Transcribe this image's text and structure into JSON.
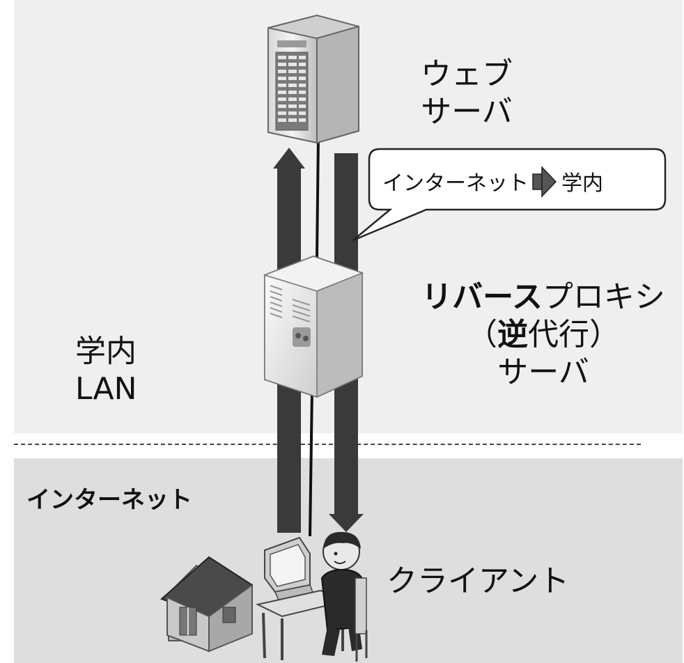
{
  "zones": {
    "campus_label_line1": "学内",
    "campus_label_line2": "LAN",
    "internet_label": "インターネット"
  },
  "web_server": {
    "label_line1": "ウェブ",
    "label_line2": "サーバ",
    "icon": "tower-server-icon"
  },
  "reverse_proxy": {
    "bold_part": "リバース",
    "normal_part": "プロキシ",
    "paren_open": "（",
    "reverse_kanji": "逆",
    "substitute": "代行",
    "paren_close": "）",
    "label_line3": "サーバ",
    "icon": "proxy-server-icon"
  },
  "callout": {
    "from": "インターネット",
    "to": "学内",
    "arrow_icon": "right-arrow-icon"
  },
  "client": {
    "label": "クライアント",
    "icons": [
      "house-icon",
      "computer-icon",
      "user-icon"
    ]
  },
  "colors": {
    "campus_bg": "#efefef",
    "internet_bg": "#dedede",
    "arrow": "#3a3a3a"
  }
}
